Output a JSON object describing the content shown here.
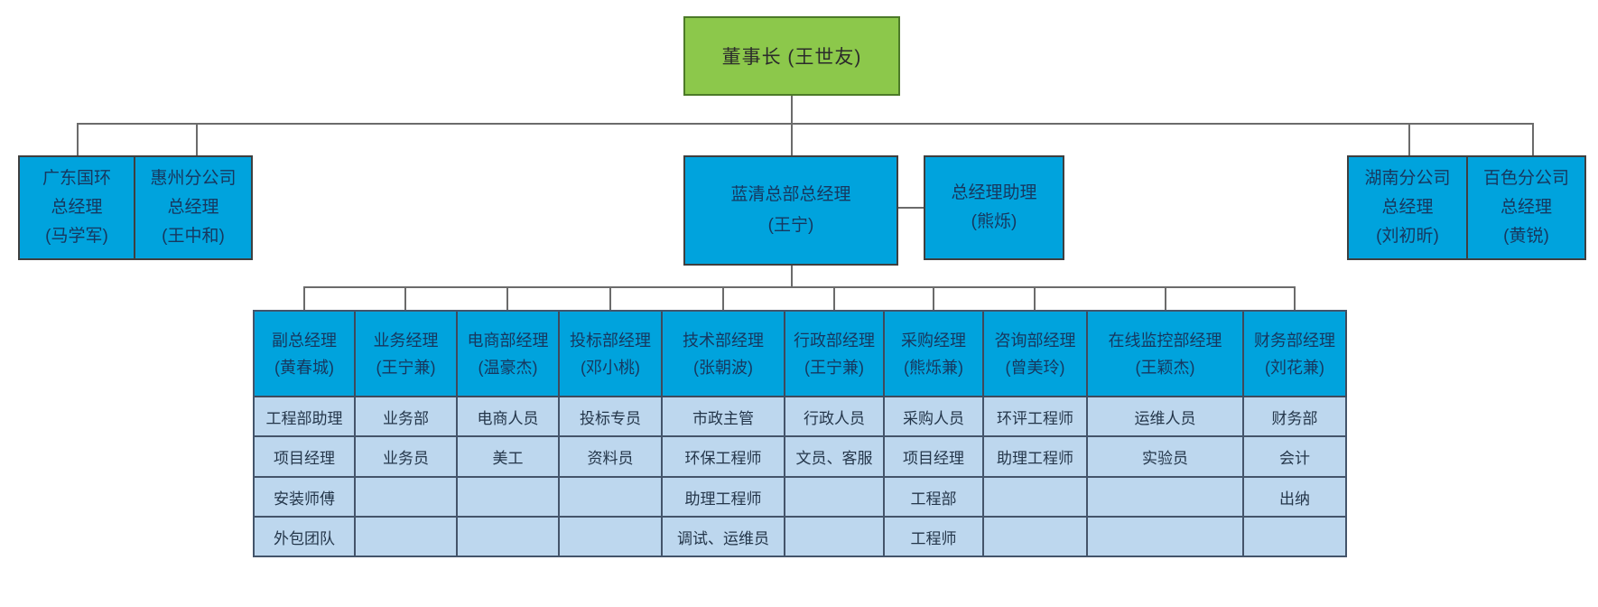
{
  "chairman": {
    "label": "董事长 (王世友)"
  },
  "level2": [
    {
      "lines": [
        "广东国环",
        "总经理",
        "(马学军)"
      ]
    },
    {
      "lines": [
        "惠州分公司",
        "总经理",
        "(王中和)"
      ]
    },
    {
      "lines": [
        "蓝清总部总经理",
        "(王宁)"
      ]
    },
    {
      "lines": [
        "总经理助理",
        "(熊烁)"
      ]
    },
    {
      "lines": [
        "湖南分公司",
        "总经理",
        "(刘初昕)"
      ]
    },
    {
      "lines": [
        "百色分公司",
        "总经理",
        "(黄锐)"
      ]
    }
  ],
  "org_table": {
    "columns": [
      {
        "title": "副总经理",
        "name": "(黄春城)"
      },
      {
        "title": "业务经理",
        "name": "(王宁兼)"
      },
      {
        "title": "电商部经理",
        "name": "(温豪杰)"
      },
      {
        "title": "投标部经理",
        "name": "(邓小桃)"
      },
      {
        "title": "技术部经理",
        "name": "(张朝波)"
      },
      {
        "title": "行政部经理",
        "name": "(王宁兼)"
      },
      {
        "title": "采购经理",
        "name": "(熊烁兼)"
      },
      {
        "title": "咨询部经理",
        "name": "(曾美玲)"
      },
      {
        "title": "在线监控部经理",
        "name": "(王颖杰)"
      },
      {
        "title": "财务部经理",
        "name": "(刘花兼)"
      }
    ],
    "rows": [
      [
        "工程部助理",
        "业务部",
        "电商人员",
        "投标专员",
        "市政主管",
        "行政人员",
        "采购人员",
        "环评工程师",
        "运维人员",
        "财务部"
      ],
      [
        "项目经理",
        "业务员",
        "美工",
        "资料员",
        "环保工程师",
        "文员、客服",
        "项目经理",
        "助理工程师",
        "实验员",
        "会计"
      ],
      [
        "安装师傅",
        "",
        "",
        "",
        "助理工程师",
        "",
        "工程部",
        "",
        "",
        "出纳"
      ],
      [
        "外包团队",
        "",
        "",
        "",
        "调试、运维员",
        "",
        "工程师",
        "",
        "",
        ""
      ]
    ]
  },
  "colors": {
    "chairman_fill": "#8cc84b",
    "chairman_border": "#4c7a28",
    "node_fill": "#00a3dd",
    "cell_fill": "#bdd7ee",
    "table_border": "#44546a",
    "node_text": "#17375e"
  }
}
